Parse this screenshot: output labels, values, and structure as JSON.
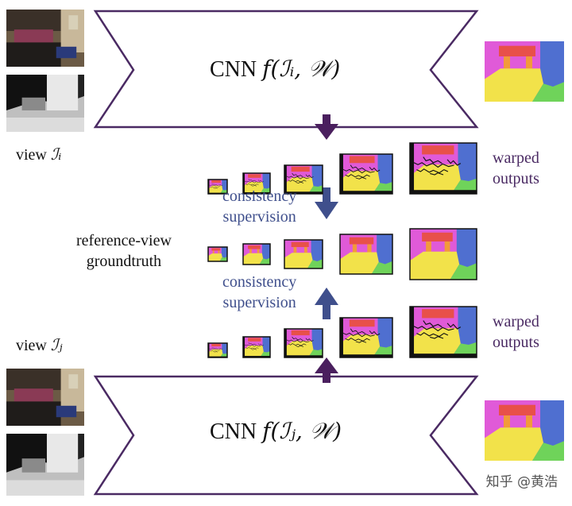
{
  "top_network": {
    "label_prefix": "CNN",
    "label_math": "f(ℐᵢ, 𝒲)"
  },
  "bottom_network": {
    "label_prefix": "CNN",
    "label_math": "f(ℐⱼ, 𝒲)"
  },
  "labels": {
    "view_i_prefix": "view",
    "view_i_math": "ℐᵢ",
    "view_j_prefix": "view",
    "view_j_math": "ℐⱼ",
    "warped_top": [
      "warped",
      "outputs"
    ],
    "warped_bottom": [
      "warped",
      "outputs"
    ],
    "reference": [
      "reference-view",
      "groundtruth"
    ],
    "consistency_top": [
      "consistency",
      "supervision"
    ],
    "consistency_bottom": [
      "consistency",
      "supervision"
    ]
  },
  "watermark": "知乎 @黄浩",
  "colors": {
    "network_outline": "#4a2a63",
    "purple_arrow": "#4a1f5e",
    "blue_arrow": "#3f4f8c",
    "seg_magenta": "#e05ad8",
    "seg_yellow": "#f2e24a",
    "seg_red": "#e8504a",
    "seg_blue": "#4f6fd0",
    "seg_green": "#6fd35a",
    "seg_orange": "#f29a3a"
  },
  "pyramid_scales": [
    1,
    2,
    3,
    4,
    5
  ]
}
